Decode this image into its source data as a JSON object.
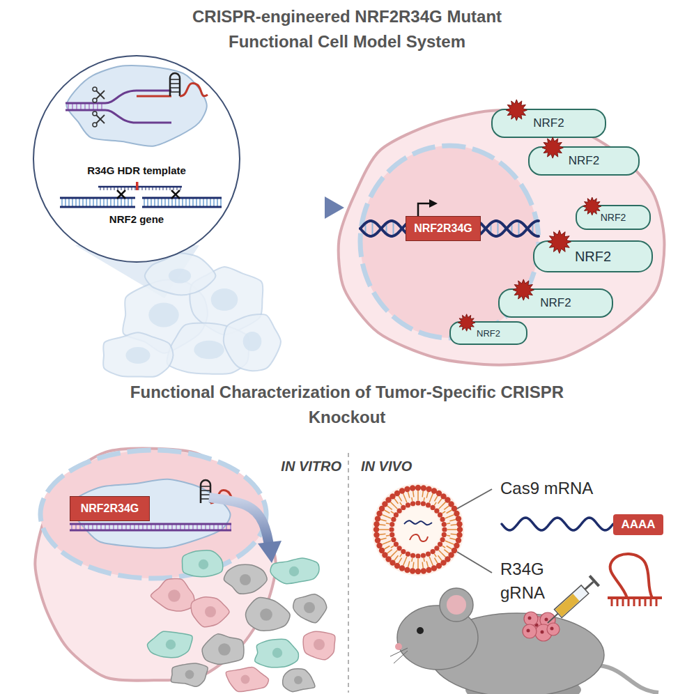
{
  "diagram": {
    "title": "CRISPR-engineered NRF2R34G Mutant Functional Cell Model System",
    "nodes": [
      {
        "text": [
          "R34G HDR template",
          "NRF2 gene"
        ]
      },
      {
        "text": [
          "NRF2R34G"
        ]
      },
      {
        "text": [
          "NRF2"
        ]
      },
      {
        "text": [
          "NRF2"
        ]
      },
      {
        "text": [
          "NRF2"
        ]
      },
      {
        "text": [
          "NRF2"
        ]
      },
      {
        "text": [
          "NRF2"
        ]
      },
      {
        "text": [
          "NRF2"
        ]
      },
      {
        "text": [
          "NRF2R34G"
        ]
      },
      {
        "text": [
          "AAAA"
        ]
      }
    ],
    "labels": [
      "Functional Characterization of Tumor-Specific CRISPR Knockout",
      "IN VITRO",
      "IN VIVO",
      "Cas9 mRNA",
      "R34G gRNA"
    ]
  }
}
